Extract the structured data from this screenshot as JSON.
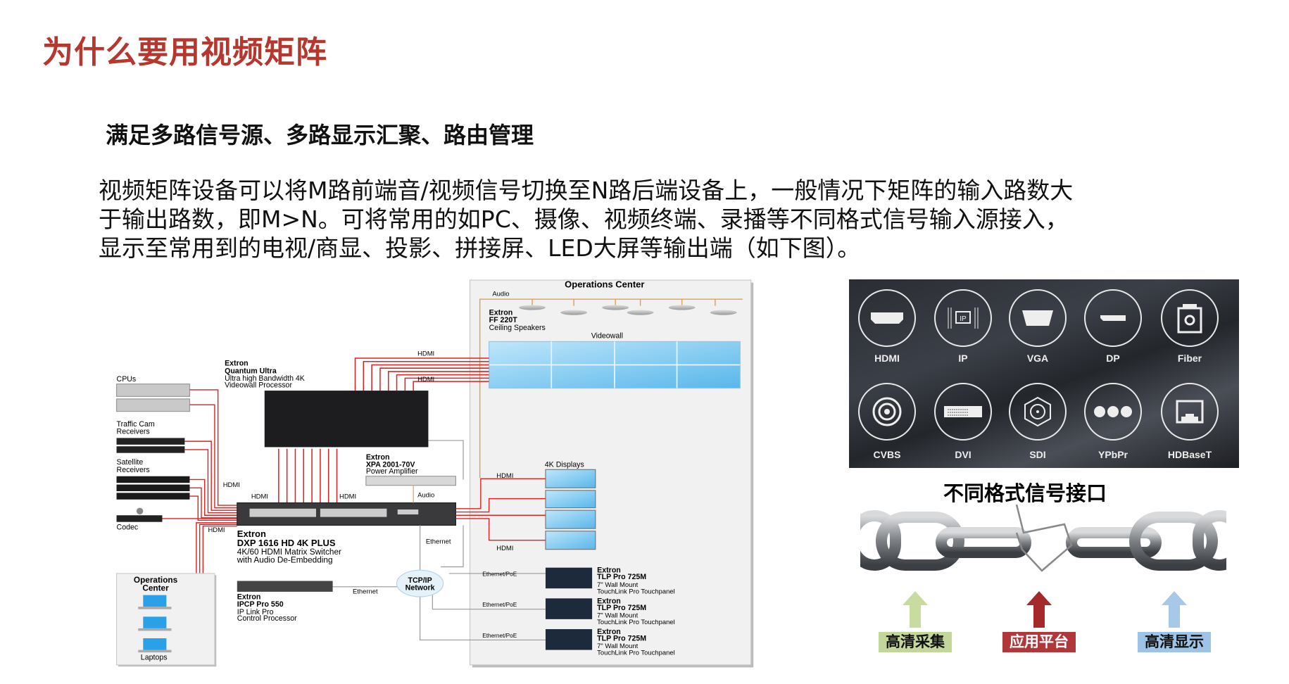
{
  "title": "为什么要用视频矩阵",
  "subtitle": "满足多路信号源、多路显示汇聚、路由管理",
  "paragraph": [
    "视频矩阵设备可以将M路前端音/视频信号切换至N路后端设备上，一般情况下矩阵的输入路数大",
    "于输出路数，即M>N。可将常用的如PC、摄像、视频终端、录播等不同格式信号输入源接入，",
    "显示至常用到的电视/商显、投影、拼接屏、LED大屏等输出端（如下图）。"
  ],
  "diagram": {
    "ops_center_title": "Operations Center",
    "audio": "Audio",
    "ff_brand": "Extron",
    "ff_model": "FF 220T",
    "ff_desc": "Ceiling Speakers",
    "videowall": "Videowall",
    "hdmi": "HDMI",
    "qu_brand": "Extron",
    "qu_model": "Quantum Ultra",
    "qu_desc1": "Ultra high Bandwidth 4K",
    "qu_desc2": "Videowall Processor",
    "cpus": "CPUs",
    "traffic1": "Traffic Cam",
    "traffic2": "Receivers",
    "sat1": "Satellite",
    "sat2": "Receivers",
    "codec": "Codec",
    "xpa_brand": "Extron",
    "xpa_model": "XPA 2001-70V",
    "xpa_desc": "Power Amplifier",
    "displays_4k": "4K Displays",
    "dxp_brand": "Extron",
    "dxp_model": "DXP 1616 HD 4K PLUS",
    "dxp_desc1": "4K/60 HDMI Matrix Switcher",
    "dxp_desc2": "with Audio De-Embedding",
    "ethernet": "Ethernet",
    "ops_small1": "Operations",
    "ops_small2": "Center",
    "laptops": "Laptops",
    "ipcp_brand": "Extron",
    "ipcp_model": "IPCP Pro 550",
    "ipcp_desc1": "IP Link Pro",
    "ipcp_desc2": "Control Processor",
    "tcpip1": "TCP/IP",
    "tcpip2": "Network",
    "eth_poe": "Ethernet/PoE",
    "tlp_brand": "Extron",
    "tlp_model": "TLP Pro 725M",
    "tlp_desc1": "7\" Wall Mount",
    "tlp_desc2": "TouchLink Pro Touchpanel"
  },
  "interfaces": [
    "HDMI",
    "IP",
    "VGA",
    "DP",
    "Fiber",
    "CVBS",
    "DVI",
    "SDI",
    "YPbPr",
    "HDBaseT"
  ],
  "caption": "不同格式信号接口",
  "chain_labels": {
    "capture": "高清采集",
    "platform": "应用平台",
    "display": "高清显示"
  },
  "colors": {
    "title": "#b5372d",
    "capture": "#c4d79b",
    "platform": "#b0383a",
    "display": "#9dc3e6"
  }
}
